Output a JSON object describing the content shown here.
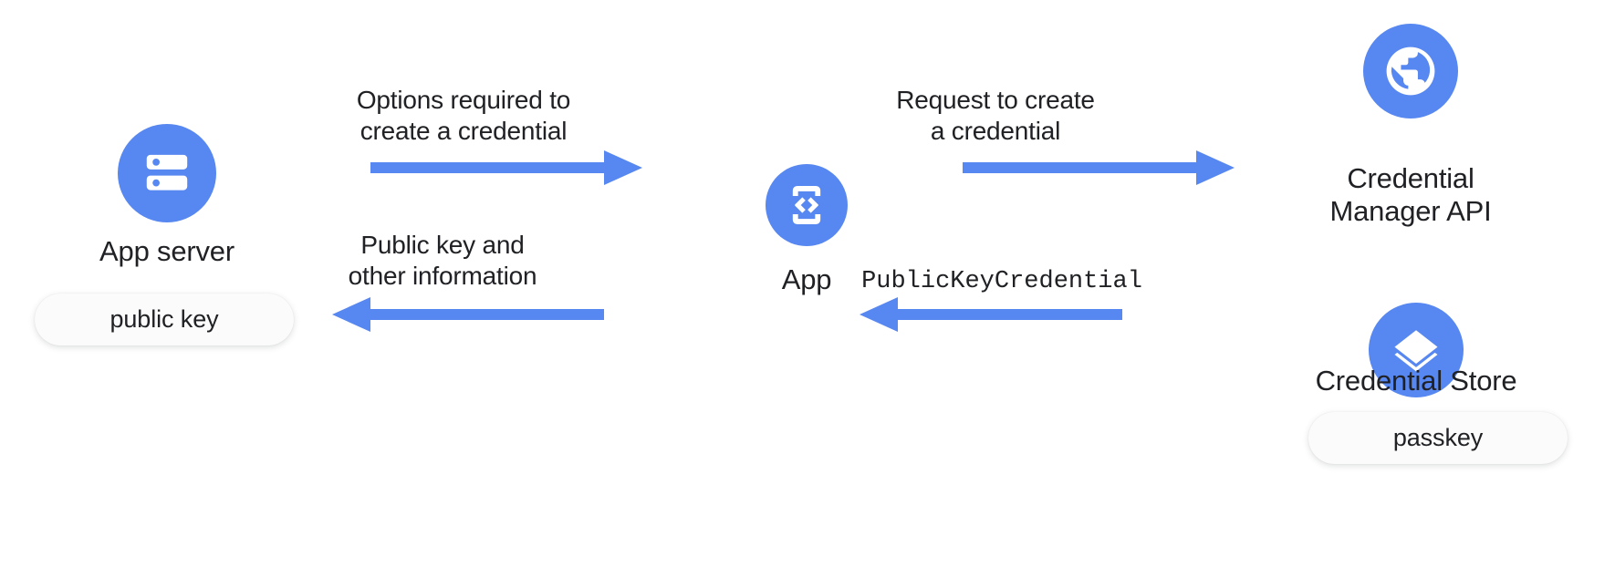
{
  "diagram": {
    "title": "Passkey creation flow",
    "colors": {
      "accent_blue": "#5787f0",
      "text": "#202124",
      "pill_background": "#fbfbfb",
      "canvas": "#ffffff"
    },
    "nodes": [
      {
        "id": "app-server",
        "label": "App server",
        "icon": "server-icon",
        "pill": "public key"
      },
      {
        "id": "app",
        "label": "App",
        "icon": "phone-code-icon",
        "pill": null
      },
      {
        "id": "credential-manager-api",
        "label": "Credential\nManager API",
        "icon": "globe-icon",
        "pill": null
      },
      {
        "id": "credential-store",
        "label": "Credential Store",
        "icon": "layers-icon",
        "pill": "passkey"
      }
    ],
    "arrows": [
      {
        "id": "server-to-app",
        "caption": "Options required to\ncreate a credential",
        "direction": "right",
        "from": "app-server",
        "to": "app",
        "monospace": false
      },
      {
        "id": "app-to-server",
        "caption": "Public key and\nother information",
        "direction": "left",
        "from": "app",
        "to": "app-server",
        "monospace": false
      },
      {
        "id": "app-to-credential-manager",
        "caption": "Request to create\na credential",
        "direction": "right",
        "from": "app",
        "to": "credential-manager-api",
        "monospace": false
      },
      {
        "id": "credential-store-to-app",
        "caption": "PublicKeyCredential",
        "direction": "left",
        "from": "credential-store",
        "to": "app",
        "monospace": true
      }
    ]
  }
}
